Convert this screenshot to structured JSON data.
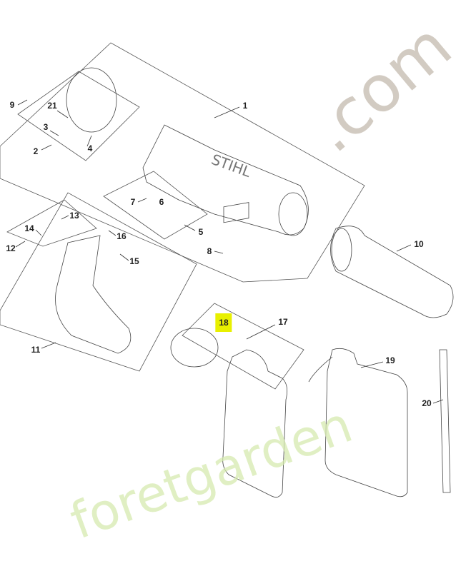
{
  "watermark": {
    "brand": "foretgarden",
    "suffix": ".com",
    "colors": {
      "green": "#d6eab0",
      "orange": "#f8c89a",
      "grey": "#c8bfb4"
    }
  },
  "highlight_color": "#e8f000",
  "callouts": [
    {
      "id": "1",
      "text": "1"
    },
    {
      "id": "2",
      "text": "2"
    },
    {
      "id": "3",
      "text": "3"
    },
    {
      "id": "4",
      "text": "4"
    },
    {
      "id": "5",
      "text": "5"
    },
    {
      "id": "6",
      "text": "6"
    },
    {
      "id": "7",
      "text": "7"
    },
    {
      "id": "8",
      "text": "8"
    },
    {
      "id": "9",
      "text": "9"
    },
    {
      "id": "10",
      "text": "10"
    },
    {
      "id": "11",
      "text": "11"
    },
    {
      "id": "12",
      "text": "12"
    },
    {
      "id": "13",
      "text": "13"
    },
    {
      "id": "14",
      "text": "14"
    },
    {
      "id": "15",
      "text": "15"
    },
    {
      "id": "16",
      "text": "16"
    },
    {
      "id": "17",
      "text": "17"
    },
    {
      "id": "18",
      "text": "18",
      "highlighted": true
    },
    {
      "id": "19",
      "text": "19"
    },
    {
      "id": "20",
      "text": "20"
    },
    {
      "id": "21",
      "text": "21"
    }
  ],
  "housing_logo": "STIHL"
}
